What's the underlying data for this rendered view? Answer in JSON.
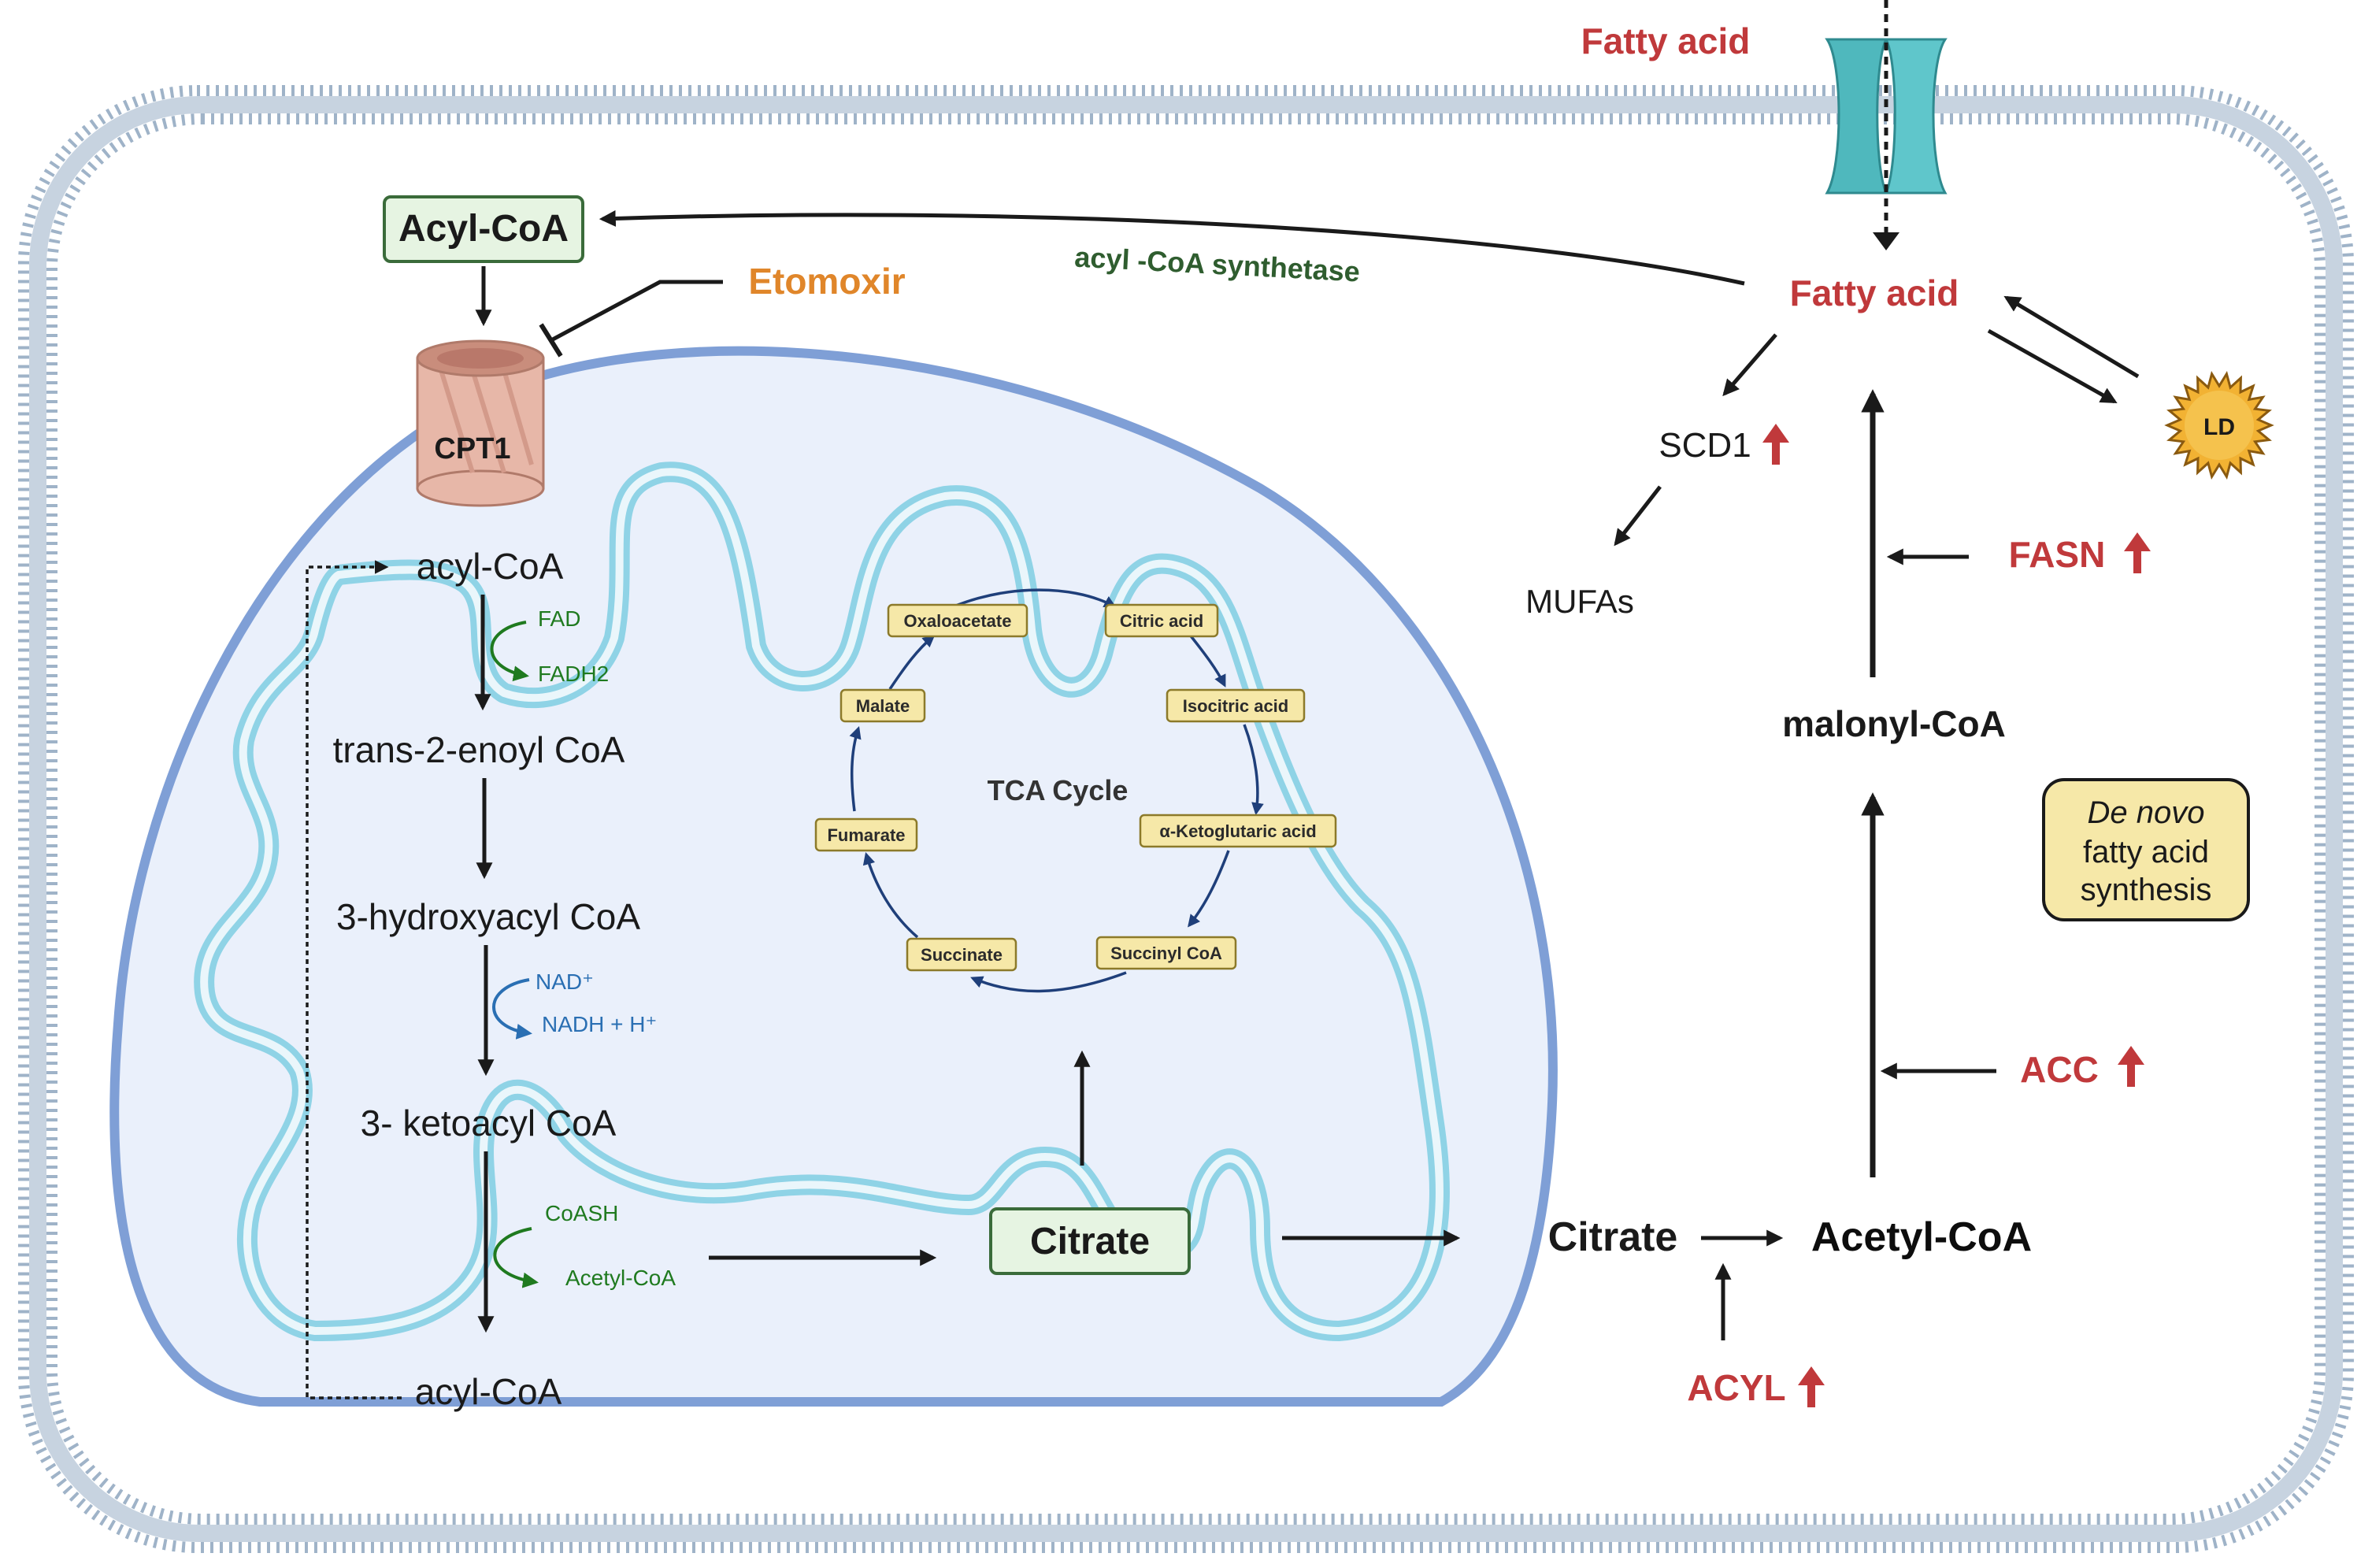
{
  "colors": {
    "red_label": "#c0393b",
    "green_label": "#1f7a1f",
    "orange_label": "#e0862a",
    "blue_label": "#2a6fb3",
    "membrane": "#9fb3c8",
    "mito_fill": "#eaf0fb",
    "mito_edge": "#7f9fd6",
    "cristae": "#8fd3e6",
    "box_green": "#e6f4e2",
    "box_yellow": "#f6e8a8",
    "channel": "#4fb8bd",
    "cpt1": "#e7b7a8",
    "ld": "#f2b233"
  },
  "icons": {
    "channel": "membrane-channel-icon",
    "cpt1": "cpt1-transporter-icon",
    "ld": "lipid-droplet-icon",
    "up_arrow": "up-arrow-icon"
  },
  "labels": {
    "fatty_acid_outside": "Fatty acid",
    "fatty_acid_inside": "Fatty acid",
    "acyl_coa_box": "Acyl-CoA",
    "etomoxir": "Etomoxir",
    "acyl_coa_synthetase": "acyl -CoA synthetase",
    "cpt1": "CPT1",
    "scd1": "SCD1",
    "mufas": "MUFAs",
    "ld": "LD",
    "fasn": "FASN",
    "malonyl_coa": "malonyl-CoA",
    "de_novo_1": "De novo",
    "de_novo_2": "fatty acid",
    "de_novo_3": "synthesis",
    "acc": "ACC",
    "citrate_cyto": "Citrate",
    "acetyl_coa_cyto": "Acetyl-CoA",
    "acyl": "ACYL",
    "citrate_box": "Citrate",
    "tca_cycle": "TCA Cycle"
  },
  "beta_oxidation": {
    "acyl_coa_top": "acyl-CoA",
    "fad": "FAD",
    "fadh2": "FADH2",
    "trans_enoyl": "trans-2-enoyl CoA",
    "hydroxyacyl": "3-hydroxyacyl CoA",
    "nad": "NAD⁺",
    "nadh": "NADH + H⁺",
    "ketoacyl": "3- ketoacyl CoA",
    "coash": "CoASH",
    "acetyl_coa": "Acetyl-CoA",
    "acyl_coa_bottom": "acyl-CoA"
  },
  "tca": {
    "oxaloacetate": "Oxaloacetate",
    "citric_acid": "Citric acid",
    "isocitric_acid": "Isocitric acid",
    "ketoglutaric_acid": "α-Ketoglutaric acid",
    "succinyl_coa": "Succinyl CoA",
    "succinate": "Succinate",
    "fumarate": "Fumarate",
    "malate": "Malate"
  }
}
